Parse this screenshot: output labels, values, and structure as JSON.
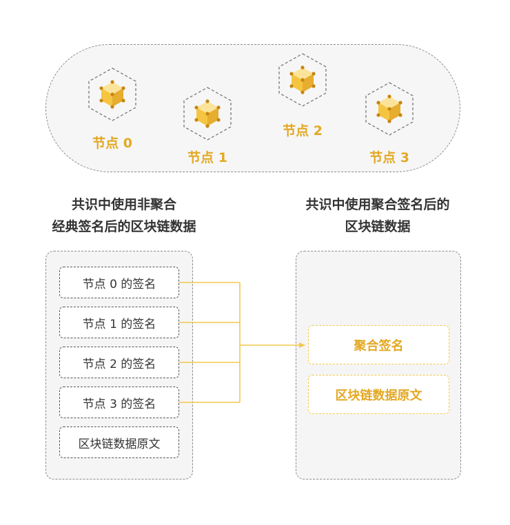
{
  "nodes": [
    {
      "label": "节点 0",
      "icon": "cube-node-icon"
    },
    {
      "label": "节点 1",
      "icon": "cube-node-icon"
    },
    {
      "label": "节点 2",
      "icon": "cube-node-icon"
    },
    {
      "label": "节点 3",
      "icon": "cube-node-icon"
    }
  ],
  "left_section": {
    "heading": "共识中使用非聚合\n经典签名后的区块链数据",
    "items": [
      "节点 0 的签名",
      "节点 1 的签名",
      "节点 2 的签名",
      "节点 3 的签名",
      "区块链数据原文"
    ]
  },
  "right_section": {
    "heading": "共识中使用聚合签名后的\n区块链数据",
    "items": [
      "聚合签名",
      "区块链数据原文"
    ]
  },
  "colors": {
    "accent": "#e3a823",
    "accent_light": "#f2c84b",
    "cube_front": "#f5c542",
    "cube_top": "#fbe39a",
    "cube_side": "#e6ad2e",
    "dashed_border": "#8c8c8c",
    "panel_bg": "#f5f5f5"
  }
}
